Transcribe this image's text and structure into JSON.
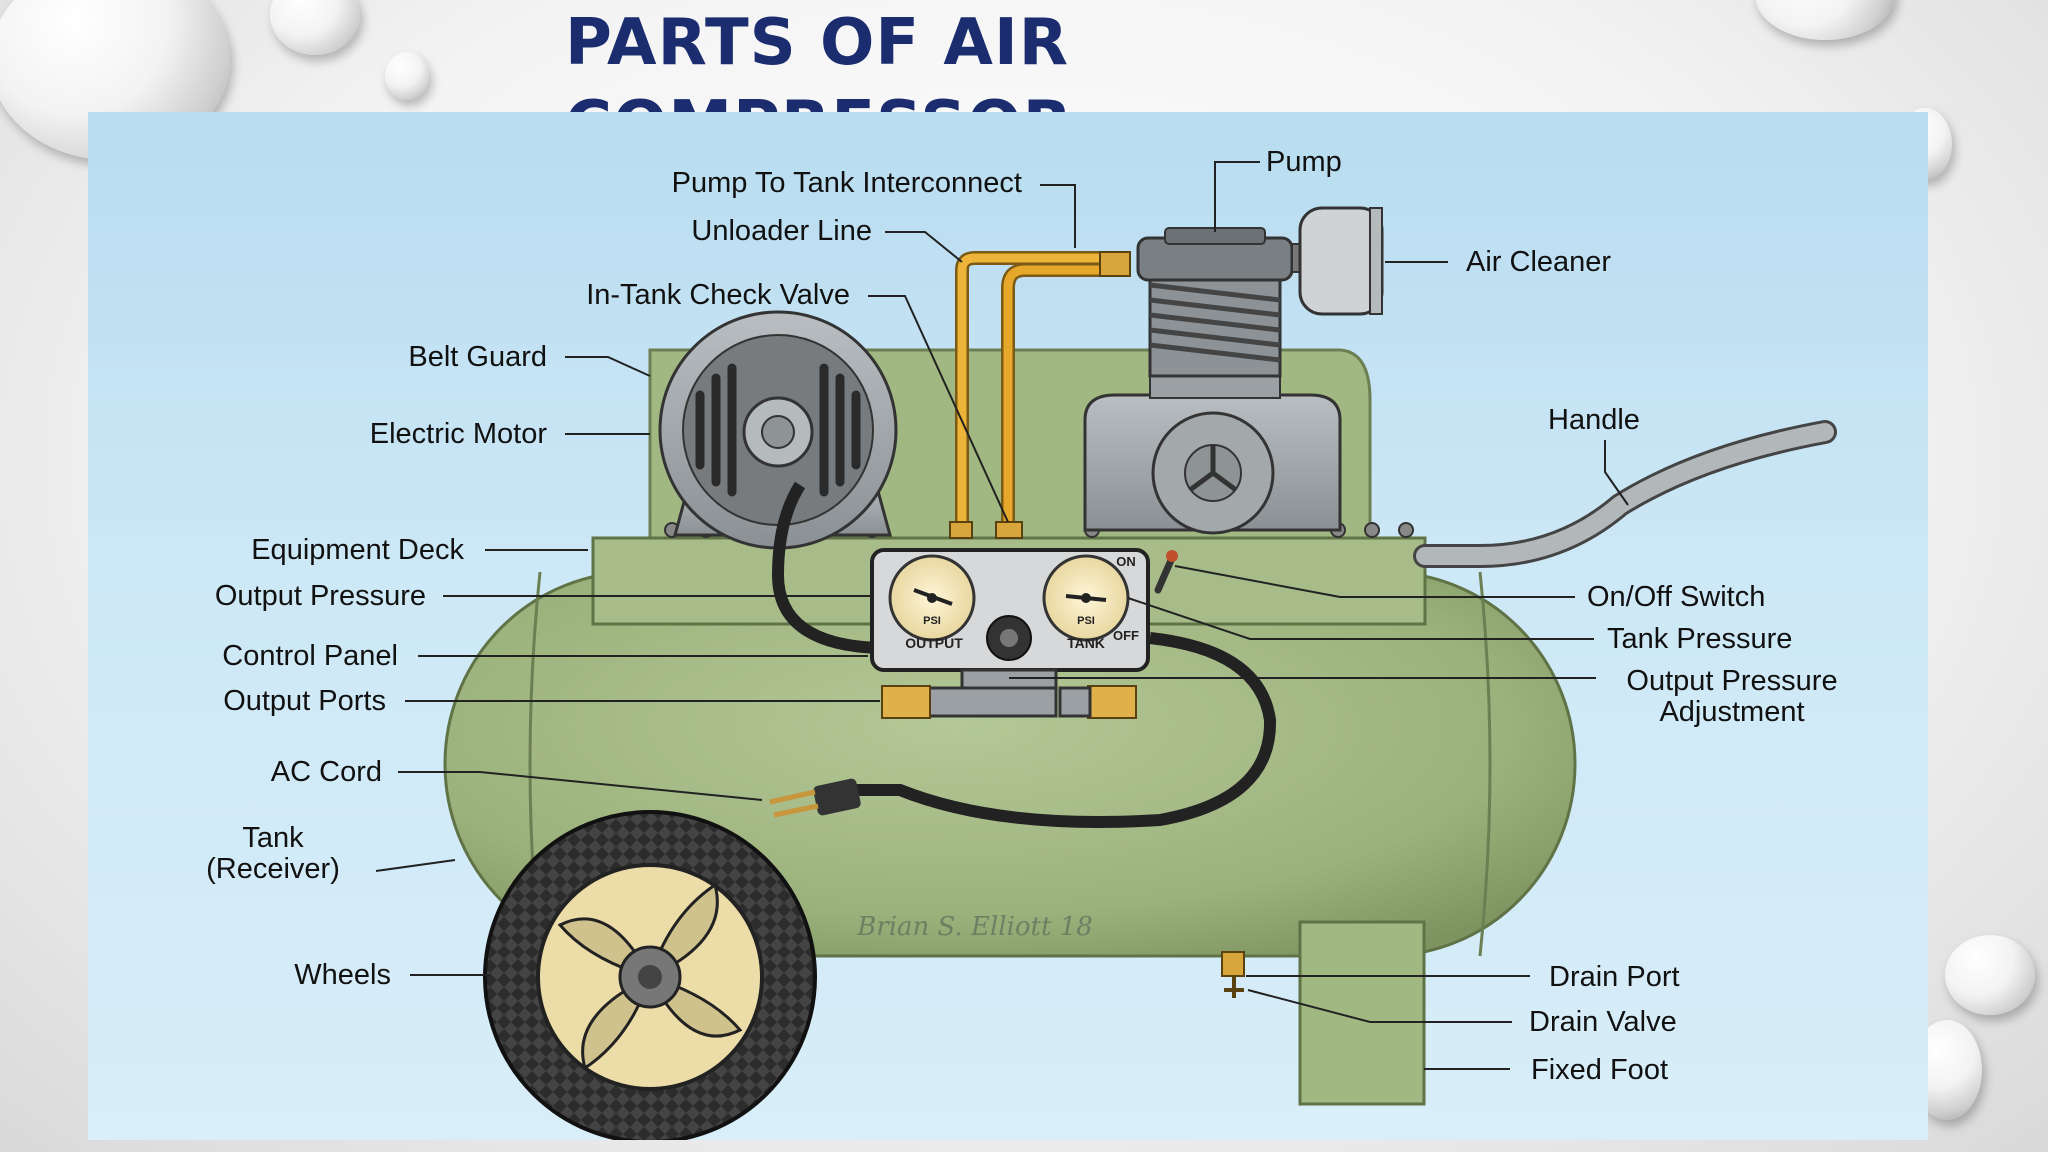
{
  "slide": {
    "title": "PARTS OF AIR COMPRESSOR"
  },
  "diagram": {
    "labels": {
      "pump": "Pump",
      "pump_to_tank": "Pump To Tank Interconnect",
      "unloader_line": "Unloader Line",
      "in_tank_check_valve": "In-Tank Check Valve",
      "belt_guard": "Belt Guard",
      "electric_motor": "Electric Motor",
      "equipment_deck": "Equipment Deck",
      "output_pressure": "Output Pressure",
      "control_panel": "Control Panel",
      "output_ports": "Output Ports",
      "ac_cord": "AC Cord",
      "tank_line1": "Tank",
      "tank_line2": "(Receiver)",
      "wheels": "Wheels",
      "air_cleaner": "Air Cleaner",
      "handle": "Handle",
      "on_off_switch": "On/Off Switch",
      "tank_pressure": "Tank Pressure",
      "output_pressure_adj_line1": "Output Pressure",
      "output_pressure_adj_line2": "Adjustment",
      "drain_port": "Drain Port",
      "drain_valve": "Drain Valve",
      "fixed_foot": "Fixed Foot"
    },
    "panel": {
      "on": "ON",
      "off": "OFF",
      "output": "OUTPUT",
      "tank": "TANK",
      "psi": "PSI"
    },
    "signature": "Brian S. Elliott 18"
  },
  "colors": {
    "title": "#1b2d6e",
    "tank_green": "#9cb27c",
    "metal_gray": "#9aa0a4",
    "yellow_line": "#e5a82a",
    "brass": "#d9a63c"
  }
}
